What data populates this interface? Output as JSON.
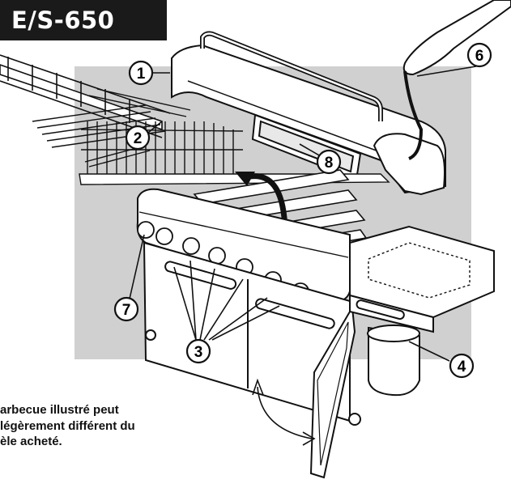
{
  "model": "E/S-650",
  "caption": {
    "line1": "arbecue illustré peut",
    "line2": "légèrement différent du",
    "line3": "èle acheté."
  },
  "callouts": [
    {
      "id": "1",
      "label": "1"
    },
    {
      "id": "2",
      "label": "2"
    },
    {
      "id": "3",
      "label": "3"
    },
    {
      "id": "4",
      "label": "4"
    },
    {
      "id": "6",
      "label": "6"
    },
    {
      "id": "7",
      "label": "7"
    },
    {
      "id": "8",
      "label": "8"
    }
  ],
  "colors": {
    "background_panel": "#d0d0d0",
    "line": "#111111",
    "fill": "#ffffff",
    "tag_bg": "#1a1a1a"
  }
}
